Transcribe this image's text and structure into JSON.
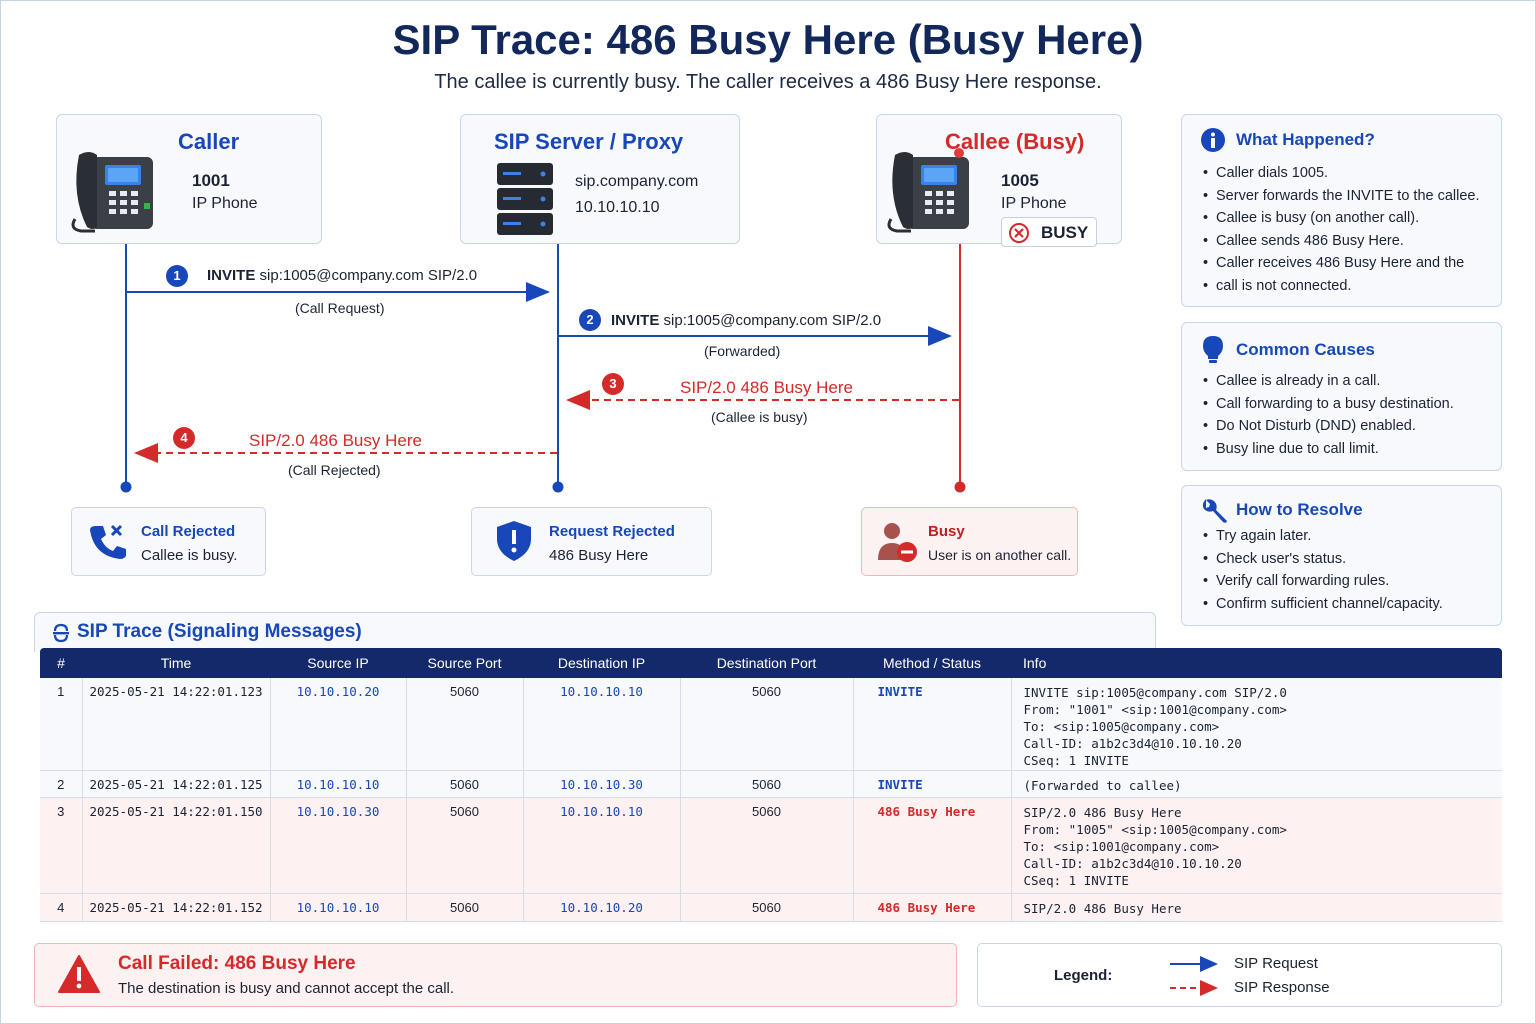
{
  "header": {
    "title": "SIP Trace: 486 Busy Here (Busy Here)",
    "subtitle": "The callee is currently busy. The caller receives a 486 Busy Here response."
  },
  "entities": {
    "caller": {
      "title": "Caller",
      "number": "1001",
      "device": "IP Phone"
    },
    "server": {
      "title": "SIP Server / Proxy",
      "host": "sip.company.com",
      "ip": "10.10.10.10"
    },
    "callee": {
      "title": "Callee (Busy)",
      "number": "1005",
      "device": "IP Phone",
      "badge": "BUSY"
    }
  },
  "messages": [
    {
      "num": "1",
      "method": "INVITE",
      "uri": "sip:1005@company.com SIP/2.0",
      "note": "(Call Request)"
    },
    {
      "num": "2",
      "method": "INVITE",
      "uri": "sip:1005@company.com SIP/2.0",
      "note": "(Forwarded)"
    },
    {
      "num": "3",
      "label": "SIP/2.0 486 Busy Here",
      "note": "(Callee is busy)"
    },
    {
      "num": "4",
      "label": "SIP/2.0 486 Busy Here",
      "note": "(Call Rejected)"
    }
  ],
  "statuses": {
    "caller": {
      "title": "Call Rejected",
      "desc": "Callee is busy."
    },
    "server": {
      "title": "Request Rejected",
      "desc": "486 Busy Here"
    },
    "callee": {
      "title": "Busy",
      "desc": "User is on another call."
    }
  },
  "side": {
    "what": {
      "title": "What Happened?",
      "items": [
        "Caller dials 1005.",
        "Server forwards the INVITE to the callee.",
        "Callee is busy (on another call).",
        "Callee sends 486 Busy Here.",
        "Caller receives 486 Busy Here and the",
        "call is not connected."
      ]
    },
    "causes": {
      "title": "Common Causes",
      "items": [
        "Callee is already in a call.",
        "Call forwarding to a busy destination.",
        "Do Not Disturb (DND) enabled.",
        "Busy line due to call limit."
      ]
    },
    "resolve": {
      "title": "How to Resolve",
      "items": [
        "Try again later.",
        "Check user's status.",
        "Verify call forwarding rules.",
        "Confirm sufficient channel/capacity."
      ]
    }
  },
  "trace": {
    "title": "SIP Trace (Signaling Messages)",
    "columns": [
      "#",
      "Time",
      "Source IP",
      "Source Port",
      "Destination IP",
      "Destination Port",
      "Method / Status",
      "Info"
    ],
    "rows": [
      {
        "n": "1",
        "time": "2025-05-21 14:22:01.123",
        "src": "10.10.10.20",
        "sport": "5060",
        "dst": "10.10.10.10",
        "dport": "5060",
        "method": "INVITE",
        "info": [
          "INVITE sip:1005@company.com SIP/2.0",
          "From: \"1001\" <sip:1001@company.com>",
          "To: <sip:1005@company.com>",
          "Call-ID: a1b2c3d4@10.10.10.20",
          "CSeq: 1 INVITE"
        ]
      },
      {
        "n": "2",
        "time": "2025-05-21 14:22:01.125",
        "src": "10.10.10.10",
        "sport": "5060",
        "dst": "10.10.10.30",
        "dport": "5060",
        "method": "INVITE",
        "info": [
          "(Forwarded to callee)"
        ]
      },
      {
        "n": "3",
        "time": "2025-05-21 14:22:01.150",
        "src": "10.10.10.30",
        "sport": "5060",
        "dst": "10.10.10.10",
        "dport": "5060",
        "method": "486 Busy Here",
        "info": [
          "SIP/2.0 486 Busy Here",
          "From: \"1005\" <sip:1005@company.com>",
          "To: <sip:1001@company.com>",
          "Call-ID: a1b2c3d4@10.10.10.20",
          "CSeq: 1 INVITE"
        ]
      },
      {
        "n": "4",
        "time": "2025-05-21 14:22:01.152",
        "src": "10.10.10.10",
        "sport": "5060",
        "dst": "10.10.10.20",
        "dport": "5060",
        "method": "486 Busy Here",
        "info": [
          "SIP/2.0 486 Busy Here"
        ]
      }
    ]
  },
  "failure": {
    "title": "Call Failed: 486 Busy Here",
    "desc": "The destination is busy and cannot accept the call."
  },
  "legend": {
    "title": "Legend:",
    "request": "SIP Request",
    "response": "SIP Response"
  },
  "colors": {
    "request": "#1747b8",
    "response": "#d42a2a",
    "header_bg": "#14296a"
  }
}
